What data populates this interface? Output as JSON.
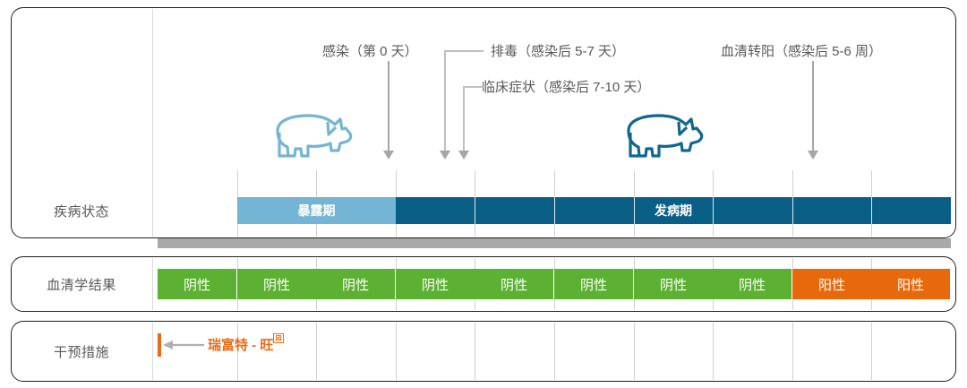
{
  "rows": {
    "disease_label": "疾病状态",
    "serology_label": "血清学结果",
    "intervention_label": "干预措施"
  },
  "annotations": [
    {
      "name": "infection",
      "text": "感染（第 0 天）"
    },
    {
      "name": "shedding",
      "text": "排毒（感染后 5-7 天）"
    },
    {
      "name": "clinical",
      "text": "临床症状（感染后 7-10 天）"
    },
    {
      "name": "seroconversion",
      "text": "血清转阳（感染后 5-6 周）"
    }
  ],
  "disease_bars": [
    {
      "name": "exposure-period",
      "label": "暴露期",
      "color": "#74b4d4"
    },
    {
      "name": "illness-period",
      "label": "发病期",
      "color": "#0a5f87"
    }
  ],
  "serology_cells": [
    {
      "label": "阴性",
      "state": "neg"
    },
    {
      "label": "阴性",
      "state": "neg"
    },
    {
      "label": "阴性",
      "state": "neg"
    },
    {
      "label": "阴性",
      "state": "neg"
    },
    {
      "label": "阴性",
      "state": "neg"
    },
    {
      "label": "阴性",
      "state": "neg"
    },
    {
      "label": "阴性",
      "state": "neg"
    },
    {
      "label": "阴性",
      "state": "neg"
    },
    {
      "label": "阳性",
      "state": "pos"
    },
    {
      "label": "阳性",
      "state": "pos"
    }
  ],
  "intervention": {
    "product": "瑞富特 - 旺",
    "trademark": "⊠"
  },
  "colors": {
    "negative": "#5cb032",
    "positive": "#e8690b",
    "exposure": "#74b4d4",
    "illness": "#0a5f87",
    "intervention": "#ea6a16",
    "arrow": "#a6a6a6",
    "grey_bar": "#a9a9a9",
    "border": "#231f20"
  },
  "icons": {
    "pig_left": "pig-icon",
    "pig_right": "pig-icon"
  }
}
